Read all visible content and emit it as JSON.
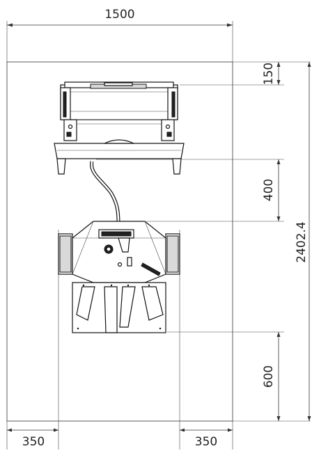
{
  "dimensions": {
    "overall_width": "1500",
    "overall_height": "2402.4",
    "top_gap": "150",
    "mid_gap": "400",
    "bottom_gap": "600",
    "left_offset": "350",
    "right_offset": "350"
  },
  "colors": {
    "line": "#333333",
    "part_outline": "#111111",
    "fill_dark": "#222222",
    "fill_grey": "#d9d9d9"
  }
}
